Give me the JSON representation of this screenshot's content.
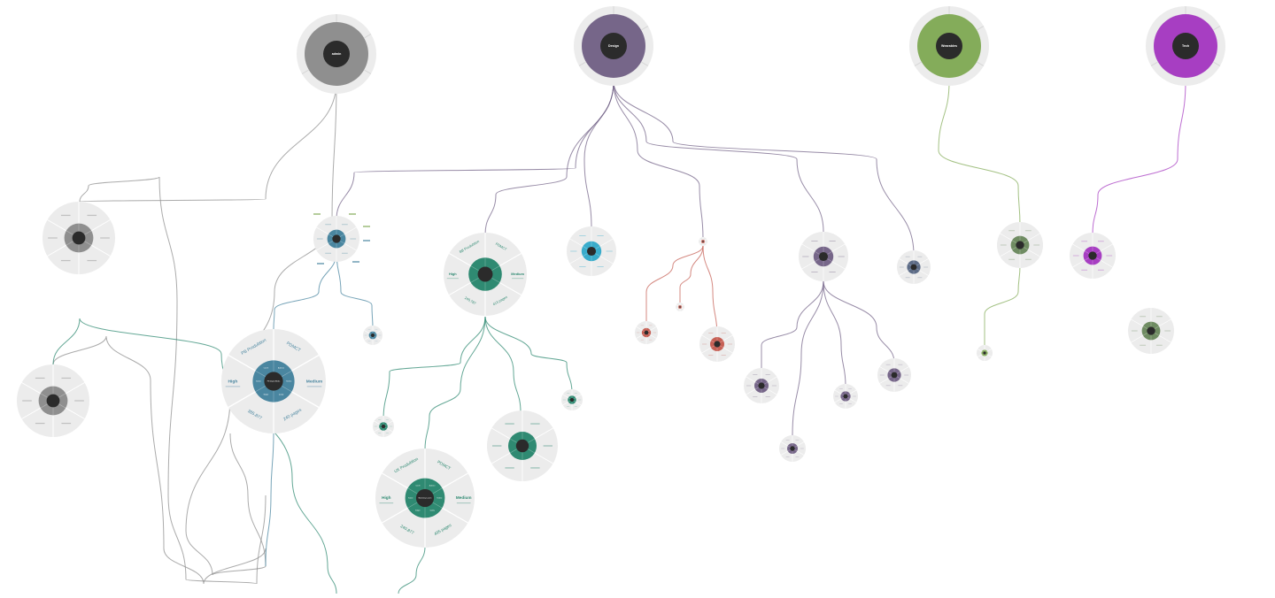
{
  "colors": {
    "background": "#ffffff",
    "ring": "#ececec",
    "ring_line": "#d4d4d4",
    "center": "#2b2b2b",
    "gray": "#8f8f8f",
    "purple": "#766689",
    "green": "#84ac5a",
    "magenta": "#a73ec2",
    "blue": "#4a86a0",
    "teal": "#2f8a72",
    "cyan": "#3aaccb",
    "red": "#c66055",
    "slate": "#5d6c87",
    "sage": "#6f8c62"
  },
  "roots": {
    "gray": {
      "label": "admin"
    },
    "purple": {
      "label": "Design"
    },
    "green": {
      "label": "Wearables"
    },
    "magenta": {
      "label": "Tech"
    }
  },
  "nodes": {
    "blue_large": {
      "project": "PB Produbtion",
      "center": "PB Digital Media",
      "labels": {
        "top_right": "PDMCT",
        "left": "High",
        "right": "Medium",
        "bottom_left": "385,877",
        "bottom_right": "240 pages"
      },
      "inner": [
        "Audience",
        "Timeline",
        "Quality",
        "Budget",
        "Volume",
        "Cost fit"
      ]
    },
    "teal_large": {
      "project": "UX Produbtion",
      "center": "Marketing Launch",
      "labels": {
        "top_right": "PDMCT",
        "left": "High",
        "right": "Medium",
        "bottom_left": "240,877",
        "bottom_right": "495 pages"
      },
      "inner": [
        "Audience",
        "Timeline",
        "Quality",
        "Budget",
        "Volume",
        "Cost fit"
      ]
    },
    "teal_mid": {
      "project": "BB Produbtion",
      "labels": {
        "top_right": "PDMCT",
        "left": "High",
        "right": "Medium",
        "bottom_left": "240,787",
        "bottom_right": "413 pages"
      }
    }
  }
}
